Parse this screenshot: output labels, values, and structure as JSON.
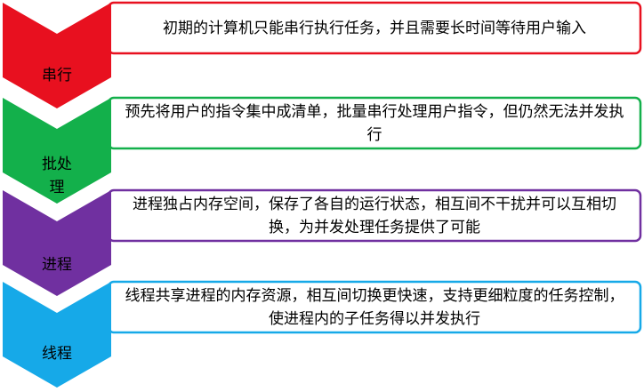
{
  "stages": [
    {
      "label": "串行",
      "description": "初期的计算机只能串行执行任务，并且需要长时间等待用户输入",
      "color": "#E8101F"
    },
    {
      "label": "批处理",
      "description": "预先将用户的指令集中成清单，批量串行处理用户指令，但仍然无法并发执行",
      "color": "#13B04B"
    },
    {
      "label": "进程",
      "description": "进程独占内存空间，保存了各自的运行状态，相互间不干扰并可以互相切换，为并发处理任务提供了可能",
      "color": "#7030A0"
    },
    {
      "label": "线程",
      "description": "线程共享进程的内存资源，相互间切换更快速，支持更细粒度的任务控制，使进程内的子任务得以并发执行",
      "color": "#16A9E8"
    }
  ]
}
